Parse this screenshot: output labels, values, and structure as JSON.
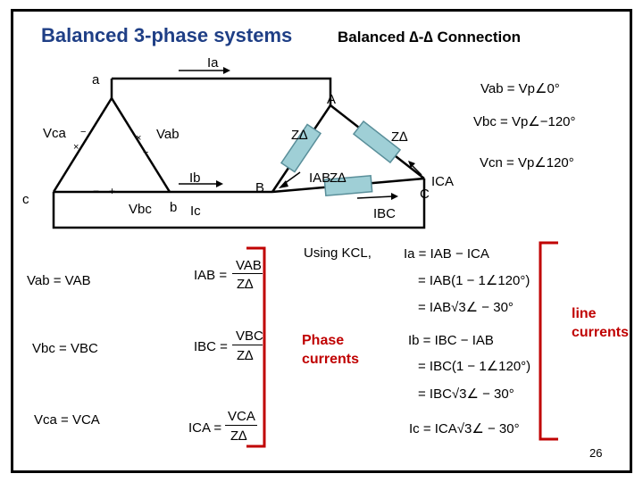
{
  "title": "Balanced 3-phase systems",
  "subtitle": "Balanced ∆-∆ Connection",
  "circuit": {
    "node_a": "a",
    "node_b": "b",
    "node_c": "c",
    "node_A": "A",
    "node_B": "B",
    "node_C": "C",
    "Ia": "Ia",
    "Ib": "Ib",
    "Ic": "Ic",
    "Vca": "Vca",
    "Vab": "Vab",
    "Vbc": "Vbc",
    "Z_top_left": "Z∆",
    "Z_top_right": "Z∆",
    "Z_bottom": "Z∆",
    "IAB": "IAB",
    "IBC": "IBC",
    "ICA": "ICA",
    "plus_minus": [
      "+",
      "−",
      "×",
      "×",
      "−",
      "+"
    ]
  },
  "source_eqs": [
    "Vab = Vp∠0°",
    "Vbc = Vp∠−120°",
    "Vcn = Vp∠120°"
  ],
  "left_eqs": [
    "Vab = VAB",
    "Vbc = VBC",
    "Vca = VCA"
  ],
  "phase_eqs": [
    {
      "lhs": "IAB =",
      "num": "VAB",
      "den": "Z∆"
    },
    {
      "lhs": "IBC =",
      "num": "VBC",
      "den": "Z∆"
    },
    {
      "lhs": "ICA =",
      "num": "VCA",
      "den": "Z∆"
    }
  ],
  "using_kcl": "Using KCL,",
  "kcl_eqs": [
    "Ia = IAB − ICA",
    "= IAB(1 − 1∠120°)",
    "= IAB√3∠ − 30°",
    "Ib = IBC − IAB",
    "= IBC(1 − 1∠120°)",
    "= IBC√3∠ − 30°",
    "Ic = ICA√3∠ − 30°"
  ],
  "phase_currents_label": "Phase currents",
  "line_currents_label": "line currents",
  "page_number": "26",
  "colors": {
    "title": "#1f3f86",
    "annotation": "#c00000",
    "impedance": "#9fcfd6",
    "impedance_border": "#5a8f9a"
  }
}
